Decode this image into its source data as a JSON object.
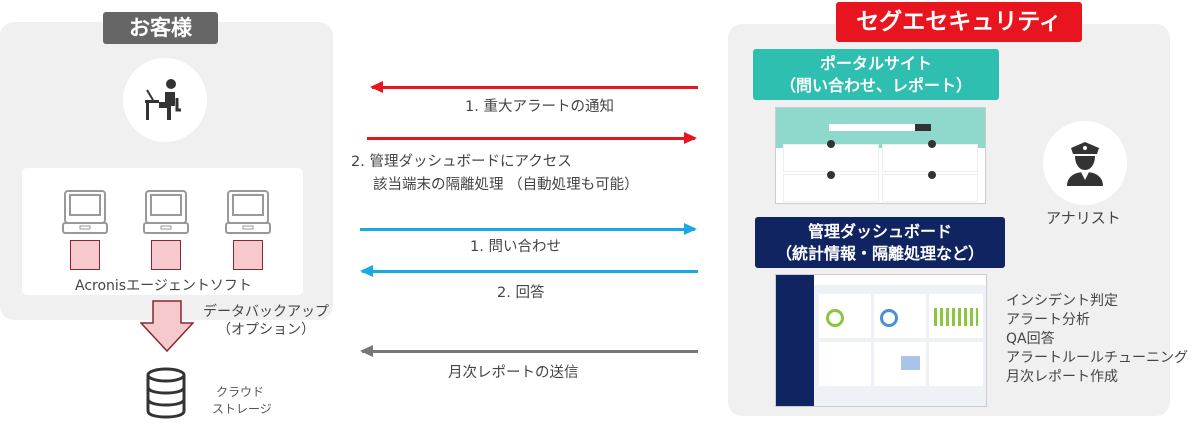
{
  "customer": {
    "title": "お客様",
    "agent_label": "Acronisエージェントソフト",
    "backup_label_1": "データバックアップ",
    "backup_label_2": "（オプション）",
    "storage_label_1": "クラウド",
    "storage_label_2": "ストレージ"
  },
  "flows": {
    "alert": "1. 重大アラートの通知",
    "access_1": "2. 管理ダッシュボードにアクセス",
    "access_2": "該当端末の隔離処理 （自動処理も可能）",
    "inquiry": "1. 問い合わせ",
    "answer": "2. 回答",
    "monthly": "月次レポートの送信"
  },
  "provider": {
    "title": "セグエセキュリティ",
    "portal_1": "ポータルサイト",
    "portal_2": "（問い合わせ、レポート）",
    "dashboard_1": "管理ダッシュボード",
    "dashboard_2": "（統計情報・隔離処理など）",
    "analyst": "アナリスト",
    "tasks": [
      "インシデント判定",
      "アラート分析",
      "QA回答",
      "アラートルールチューニング",
      "月次レポート作成"
    ]
  },
  "colors": {
    "red": "#e8141e",
    "blue": "#19a9e6",
    "gray": "#777777",
    "teal": "#2ebfb0",
    "navy": "#0f2460"
  }
}
